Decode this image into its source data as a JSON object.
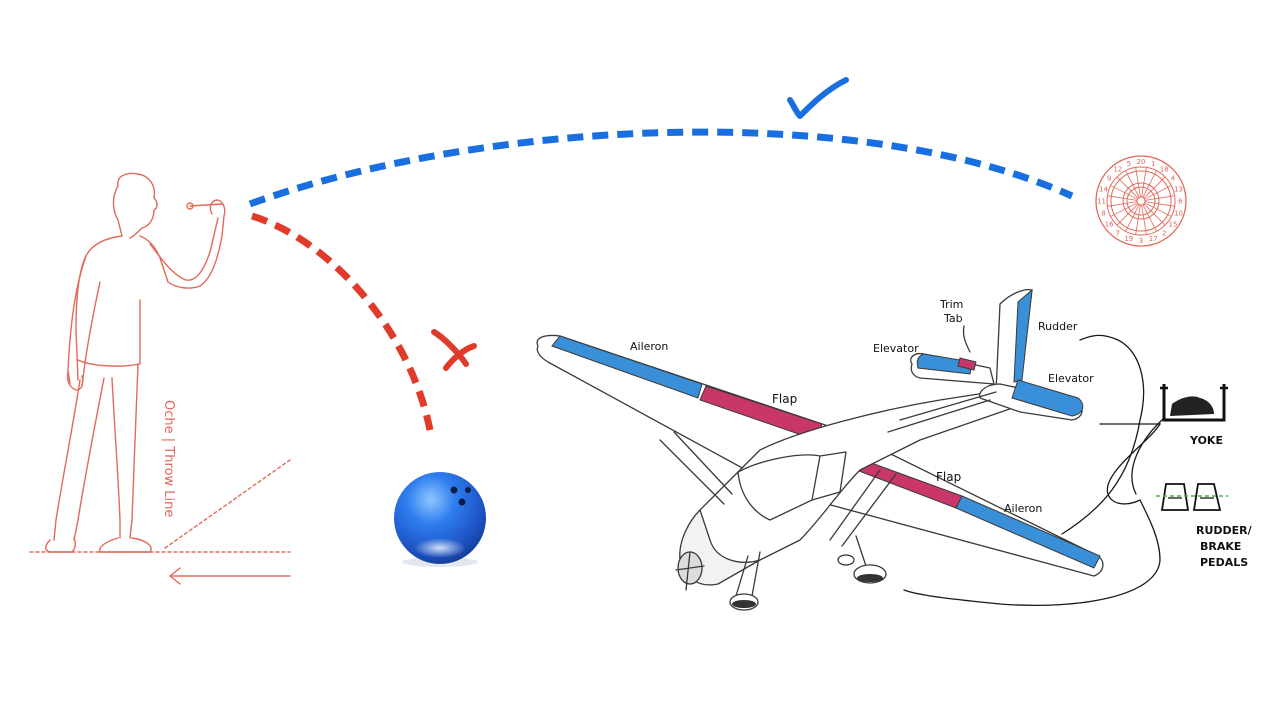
{
  "dart_scene": {
    "oche_label": "Oche | Throw Line",
    "correct_mark": "✓",
    "wrong_mark": "✗",
    "dartboard_numbers": [
      "20",
      "1",
      "18",
      "4",
      "13",
      "6",
      "10",
      "15",
      "2",
      "17",
      "3",
      "19",
      "7",
      "16",
      "8",
      "11",
      "14",
      "9",
      "12",
      "5"
    ],
    "colors": {
      "thrower": "#e26a5a",
      "correct_path": "#1a6fe0",
      "wrong_path": "#e03a2a",
      "bowling_ball": "#1c5fd4"
    }
  },
  "airplane": {
    "labels": {
      "aileron_left": "Aileron",
      "flap_left": "Flap",
      "flap_right": "Flap",
      "aileron_right": "Aileron",
      "trim_tab": "Trim\nTab",
      "trim_tab_line1": "Trim",
      "trim_tab_line2": "Tab",
      "elevator_left": "Elevator",
      "elevator_right": "Elevator",
      "rudder": "Rudder"
    },
    "colors": {
      "aileron": "#3a90d8",
      "flap": "#c8366a",
      "tail_surface": "#3a90d8"
    }
  },
  "controls": {
    "yoke_label": "YOKE",
    "pedals_label_line1": "RUDDER/",
    "pedals_label_line2": "BRAKE",
    "pedals_label_line3": "PEDALS"
  }
}
